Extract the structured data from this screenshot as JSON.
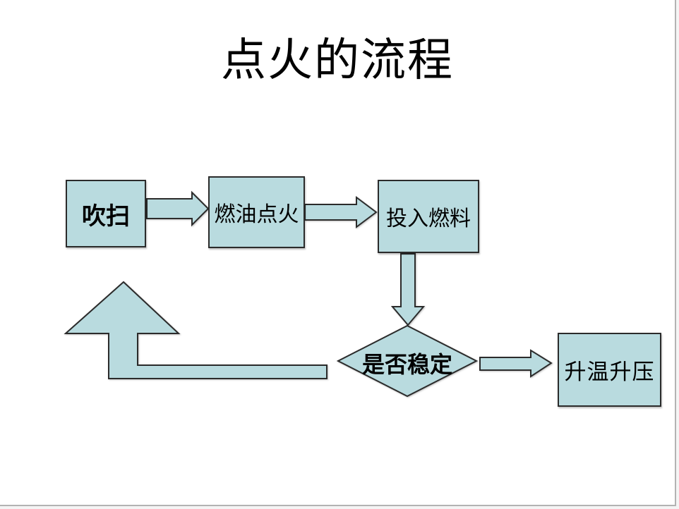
{
  "slide": {
    "title": "点火的流程",
    "colors": {
      "shape_fill": "#b9dbdf",
      "shape_border": "#2b2b2b",
      "text": "#000000",
      "slide_edge": "#b3b3b3"
    },
    "nodes": {
      "purge": {
        "label": "吹扫",
        "type": "process"
      },
      "ignite": {
        "label": "燃油点火",
        "type": "process"
      },
      "feed": {
        "label": "投入燃料",
        "type": "process"
      },
      "check": {
        "label": "是否稳定",
        "type": "decision"
      },
      "raise": {
        "label": "升温升压",
        "type": "process"
      }
    },
    "edges": [
      {
        "from": "吹扫",
        "to": "燃油点火"
      },
      {
        "from": "燃油点火",
        "to": "投入燃料"
      },
      {
        "from": "投入燃料",
        "to": "是否稳定"
      },
      {
        "from": "是否稳定",
        "to": "升温升压"
      },
      {
        "from": "是否稳定",
        "to": "吹扫",
        "note": "loop-back"
      }
    ]
  }
}
